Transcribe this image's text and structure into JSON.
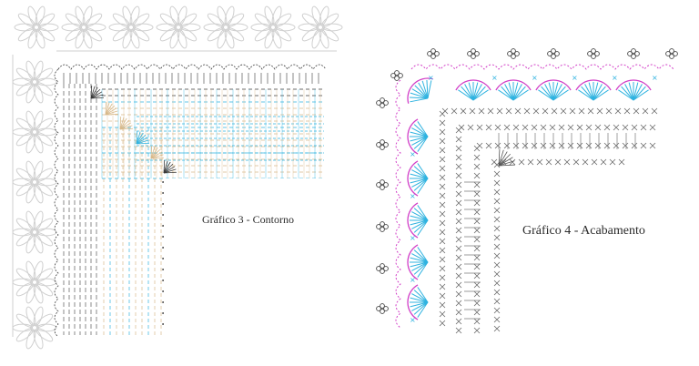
{
  "charts": [
    {
      "id": "chart3",
      "caption": "Gráfico 3 - Contorno"
    },
    {
      "id": "chart4",
      "caption": "Gráfico 4 - Acabamento"
    }
  ],
  "colors": {
    "background": "#ffffff",
    "stitch_black": "#3a3a3a",
    "motif_grey": "#cfcfcf",
    "stitch_tan": "#d8b98a",
    "stitch_blue": "#2fb3e0",
    "stitch_magenta": "#d23fc7",
    "caption_text": "#2b2b2b"
  }
}
